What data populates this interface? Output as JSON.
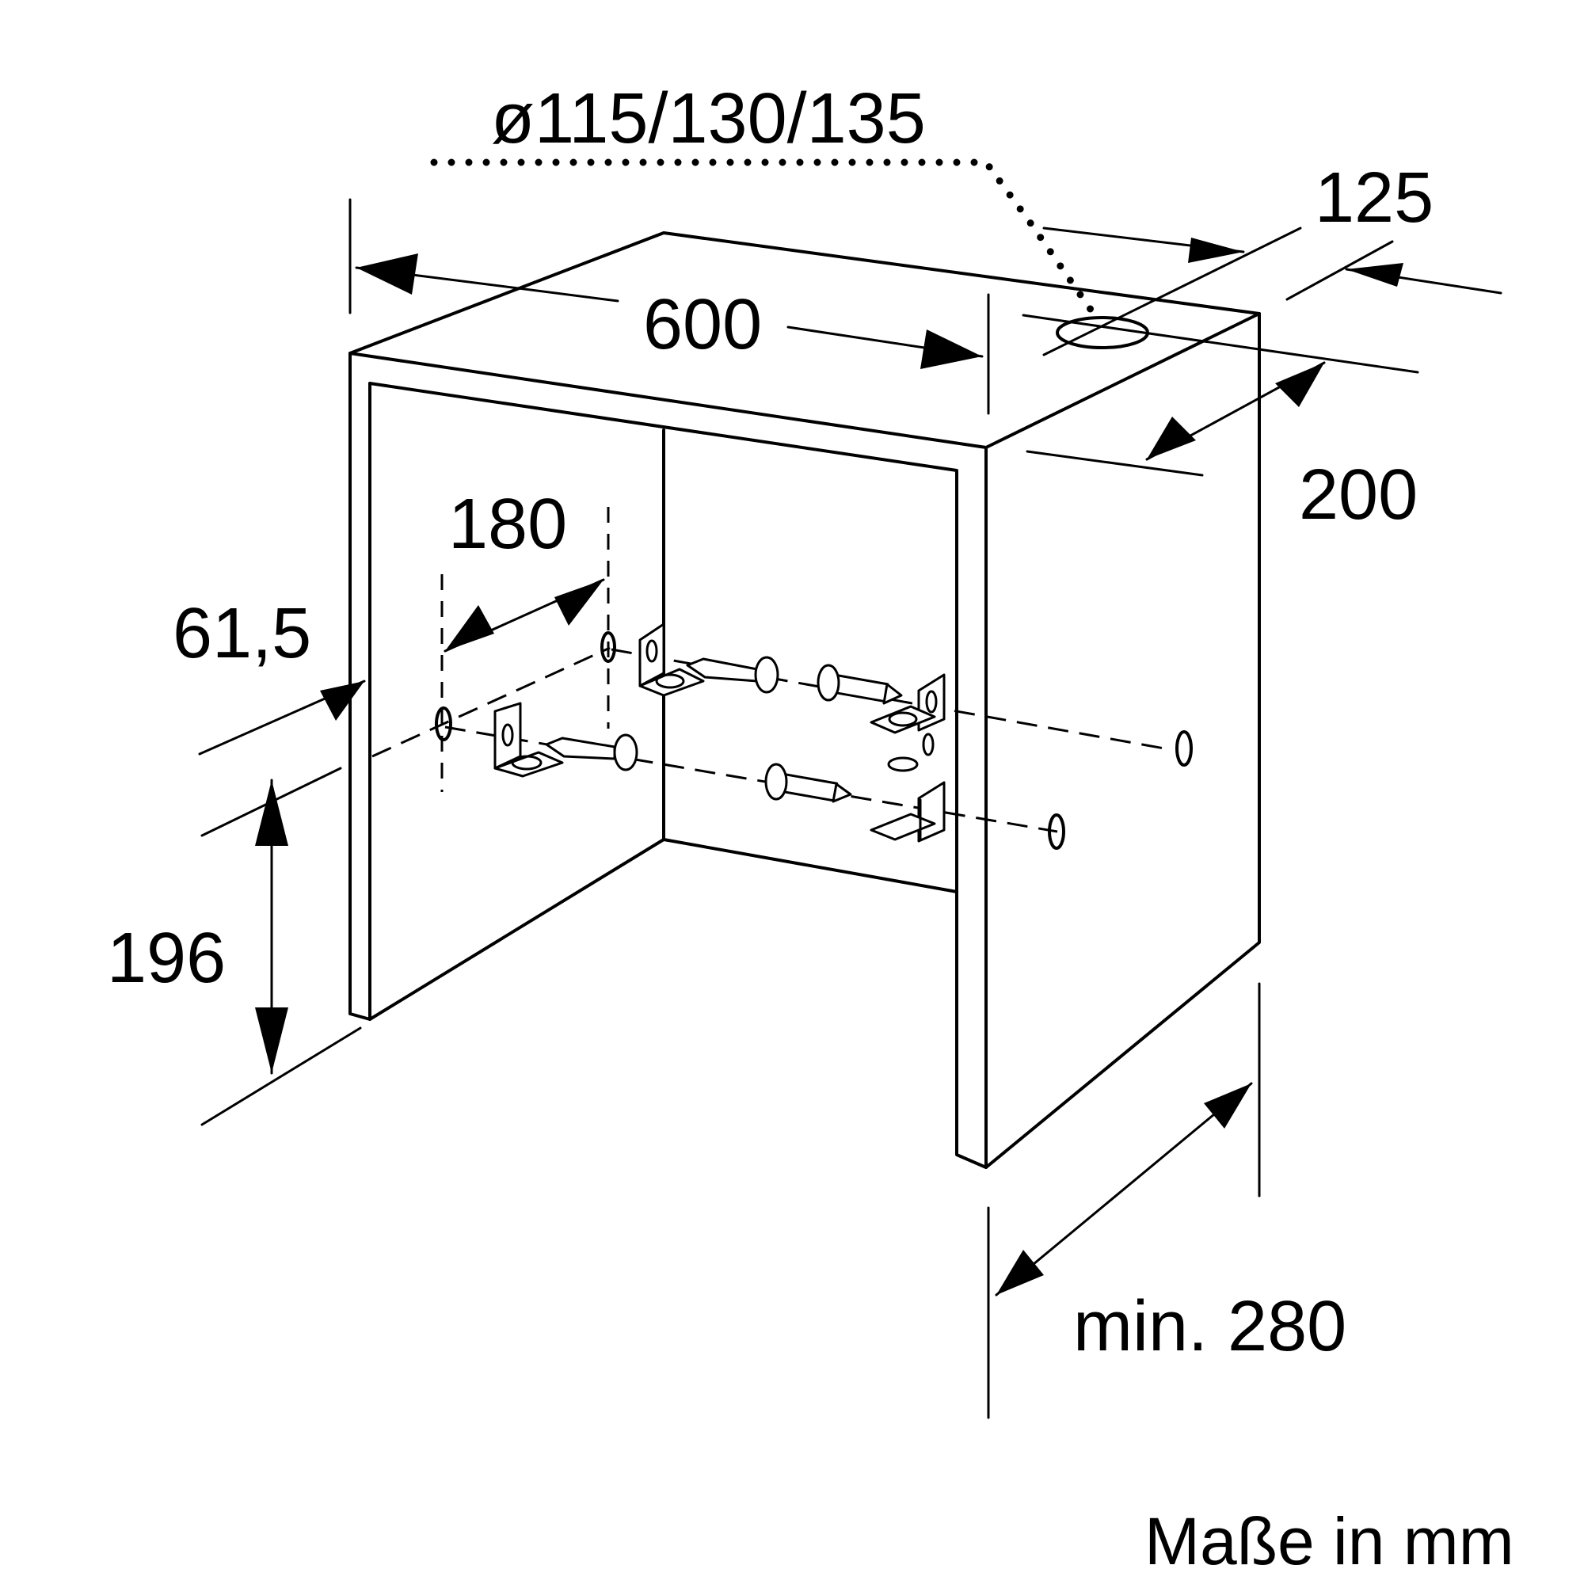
{
  "labels": {
    "diameter": "ø115/130/135",
    "width": "600",
    "offset_top": "125",
    "depth": "200",
    "spacing": "180",
    "side_offset": "61,5",
    "height": "196",
    "min_distance": "min. 280"
  },
  "units": "Maße in mm"
}
